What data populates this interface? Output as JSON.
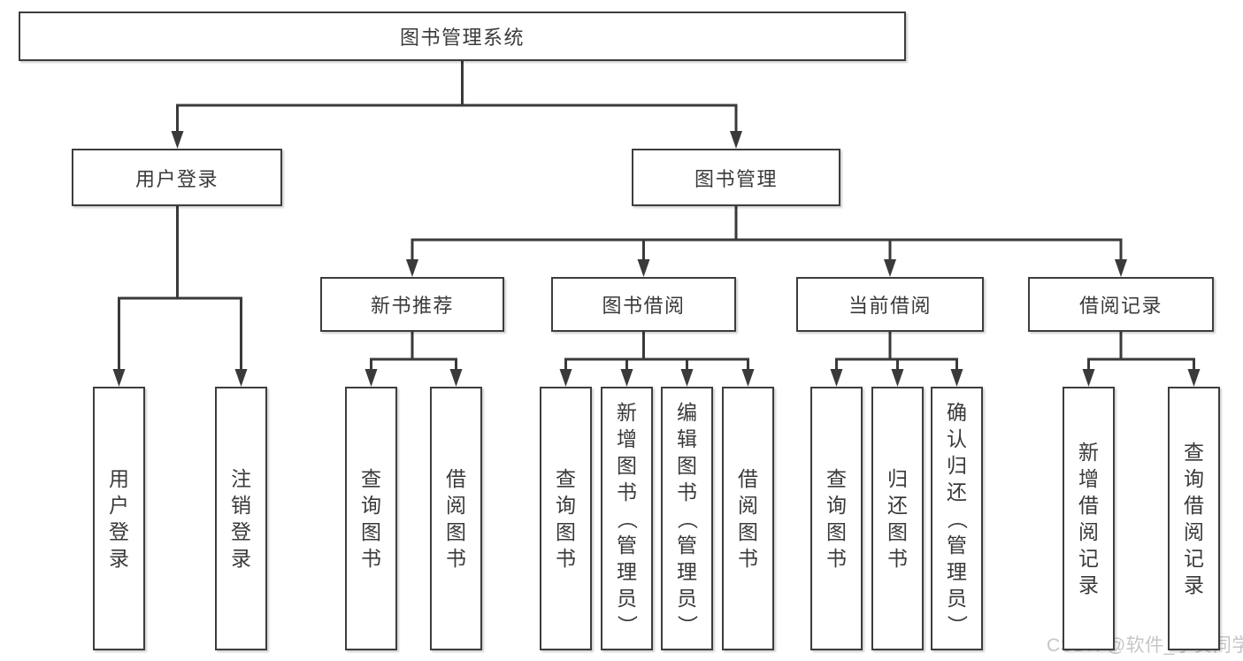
{
  "diagram": {
    "root_label": "图书管理系统",
    "login": {
      "label": "用户登录",
      "children": [
        "用户登录",
        "注销登录"
      ]
    },
    "management": {
      "label": "图书管理",
      "sections": [
        {
          "label": "新书推荐",
          "children": [
            "查询图书",
            "借阅图书"
          ]
        },
        {
          "label": "图书借阅",
          "children": [
            "查询图书",
            "新增图书（管理员）",
            "编辑图书（管理员）",
            "借阅图书"
          ]
        },
        {
          "label": "当前借阅",
          "children": [
            "查询图书",
            "归还图书",
            "确认归还（管理员）"
          ]
        },
        {
          "label": "借阅记录",
          "children": [
            "新增借阅记录",
            "查询借阅记录"
          ]
        }
      ]
    }
  },
  "watermark": {
    "text": "CSDN @软件_小贺同学",
    "color": "#c6c6c6"
  },
  "style": {
    "line_color": "#3a3a3a",
    "box_border_color": "#3d3d3d",
    "text_color": "#3a3a3a",
    "background": "#ffffff"
  }
}
